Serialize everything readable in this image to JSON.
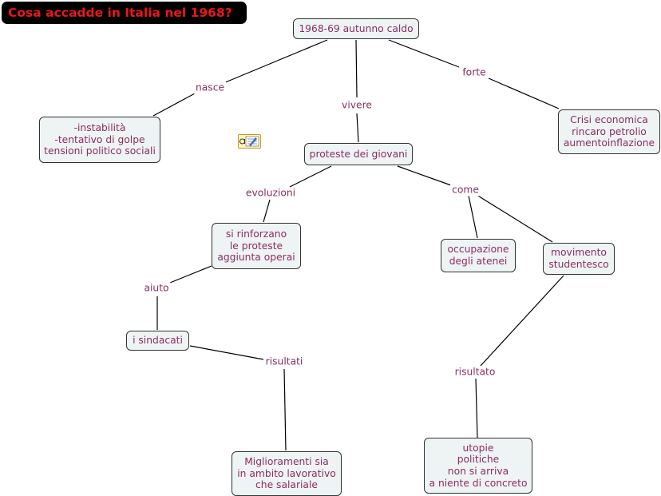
{
  "title": "Cosa accadde in Italia nel 1968?",
  "colors": {
    "text": "#8a2e63",
    "node_fill": "#eef3f4",
    "title_text": "#e8171c",
    "title_bg": "#000000"
  },
  "nodes": {
    "autunno": "1968-69 autunno caldo",
    "instabilita": "-instabilità\n-tentativo di golpe\ntensioni politico sociali",
    "proteste": "proteste dei giovani",
    "crisi": "Crisi economica\nrincaro petrolio\naumentoinflazione",
    "rinforzano": "si rinforzano\nle proteste\naggiunta operai",
    "occupazione": "occupazione\ndegli atenei",
    "movimento": "movimento\nstudentesco",
    "sindacati": "i sindacati",
    "miglioramenti": "Miglioramenti sia\nin ambito lavorativo\nche salariale",
    "utopie": "utopie\npolitiche\nnon si arriva\na niente di concreto"
  },
  "labels": {
    "nasce": "nasce",
    "vivere": "vivere",
    "forte": "forte",
    "evoluzioni": "evoluzioni",
    "come": "come",
    "aiuto": "aiuto",
    "risultati": "risultati",
    "risultato": "risultato"
  },
  "icons": {
    "note": "note-attachment-icon"
  }
}
